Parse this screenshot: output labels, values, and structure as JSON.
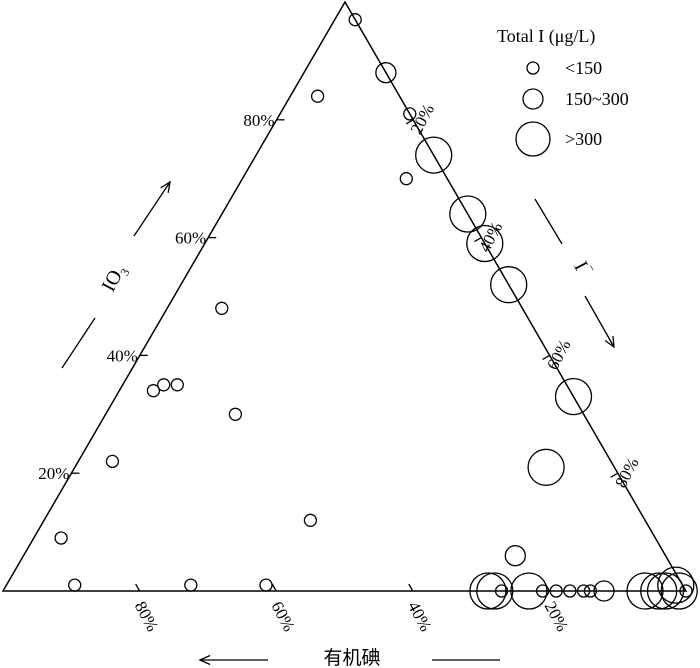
{
  "chart_data": {
    "type": "ternary-scatter",
    "axes": {
      "left": {
        "label": "IO₃",
        "label_base": "IO",
        "label_sub": "3",
        "ticks": [
          "20%",
          "40%",
          "60%",
          "80%"
        ],
        "tick_values": [
          20,
          40,
          60,
          80
        ]
      },
      "right": {
        "label": "I⁻",
        "label_base": "I",
        "label_sup": "⁻",
        "ticks": [
          "20%",
          "40%",
          "60%",
          "80%"
        ],
        "tick_values": [
          20,
          40,
          60,
          80
        ]
      },
      "bottom": {
        "label": "有机碘",
        "ticks": [
          "80%",
          "60%",
          "40%",
          "20%"
        ],
        "tick_values": [
          80,
          60,
          40,
          20
        ]
      }
    },
    "legend": {
      "title": "Total I  (μg/L)",
      "position": "top-right",
      "entries": [
        {
          "label": "<150",
          "size": "small"
        },
        {
          "label": "150~300",
          "size": "medium"
        },
        {
          "label": ">300",
          "size": "large"
        }
      ]
    },
    "points": [
      {
        "io3": 97,
        "iminus": 3,
        "organic": 0,
        "size": "small"
      },
      {
        "io3": 88,
        "iminus": 12,
        "organic": 0,
        "size": "medium"
      },
      {
        "io3": 84,
        "iminus": 4,
        "organic": 12,
        "size": "small"
      },
      {
        "io3": 81,
        "iminus": 19,
        "organic": 0,
        "size": "small"
      },
      {
        "io3": 74,
        "iminus": 26,
        "organic": 0,
        "size": "large"
      },
      {
        "io3": 70,
        "iminus": 24,
        "organic": 6,
        "size": "small"
      },
      {
        "io3": 64,
        "iminus": 36,
        "organic": 0,
        "size": "large"
      },
      {
        "io3": 59,
        "iminus": 41,
        "organic": 0,
        "size": "large"
      },
      {
        "io3": 52,
        "iminus": 48,
        "organic": 0,
        "size": "large"
      },
      {
        "io3": 48,
        "iminus": 8,
        "organic": 44,
        "size": "small"
      },
      {
        "io3": 35,
        "iminus": 6,
        "organic": 59,
        "size": "small"
      },
      {
        "io3": 34,
        "iminus": 5,
        "organic": 61,
        "size": "small"
      },
      {
        "io3": 35,
        "iminus": 8,
        "organic": 57,
        "size": "small"
      },
      {
        "io3": 30,
        "iminus": 19,
        "organic": 51,
        "size": "small"
      },
      {
        "io3": 33,
        "iminus": 67,
        "organic": 0,
        "size": "large"
      },
      {
        "io3": 22,
        "iminus": 5,
        "organic": 73,
        "size": "small"
      },
      {
        "io3": 21,
        "iminus": 69,
        "organic": 10,
        "size": "large"
      },
      {
        "io3": 12,
        "iminus": 39,
        "organic": 49,
        "size": "small"
      },
      {
        "io3": 9,
        "iminus": 4,
        "organic": 87,
        "size": "small"
      },
      {
        "io3": 6,
        "iminus": 72,
        "organic": 22,
        "size": "medium"
      },
      {
        "io3": 1,
        "iminus": 10,
        "organic": 89,
        "size": "small"
      },
      {
        "io3": 1,
        "iminus": 27,
        "organic": 72,
        "size": "small"
      },
      {
        "io3": 1,
        "iminus": 38,
        "organic": 61,
        "size": "small"
      },
      {
        "io3": 0,
        "iminus": 71,
        "organic": 29,
        "size": "large"
      },
      {
        "io3": 0,
        "iminus": 72,
        "organic": 28,
        "size": "large"
      },
      {
        "io3": 0,
        "iminus": 73,
        "organic": 27,
        "size": "small"
      },
      {
        "io3": 0,
        "iminus": 77,
        "organic": 23,
        "size": "large"
      },
      {
        "io3": 0,
        "iminus": 79,
        "organic": 21,
        "size": "small"
      },
      {
        "io3": 0,
        "iminus": 81,
        "organic": 19,
        "size": "small"
      },
      {
        "io3": 0,
        "iminus": 83,
        "organic": 17,
        "size": "small"
      },
      {
        "io3": 0,
        "iminus": 85,
        "organic": 15,
        "size": "small"
      },
      {
        "io3": 0,
        "iminus": 86,
        "organic": 14,
        "size": "small"
      },
      {
        "io3": 0,
        "iminus": 88,
        "organic": 12,
        "size": "medium"
      },
      {
        "io3": 0,
        "iminus": 94,
        "organic": 6,
        "size": "large"
      },
      {
        "io3": 0,
        "iminus": 96,
        "organic": 4,
        "size": "large"
      },
      {
        "io3": 0,
        "iminus": 97,
        "organic": 3,
        "size": "large"
      },
      {
        "io3": 1,
        "iminus": 98,
        "organic": 1,
        "size": "large"
      },
      {
        "io3": 0,
        "iminus": 99,
        "organic": 1,
        "size": "large"
      },
      {
        "io3": 0,
        "iminus": 100,
        "organic": 0,
        "size": "small"
      }
    ]
  }
}
